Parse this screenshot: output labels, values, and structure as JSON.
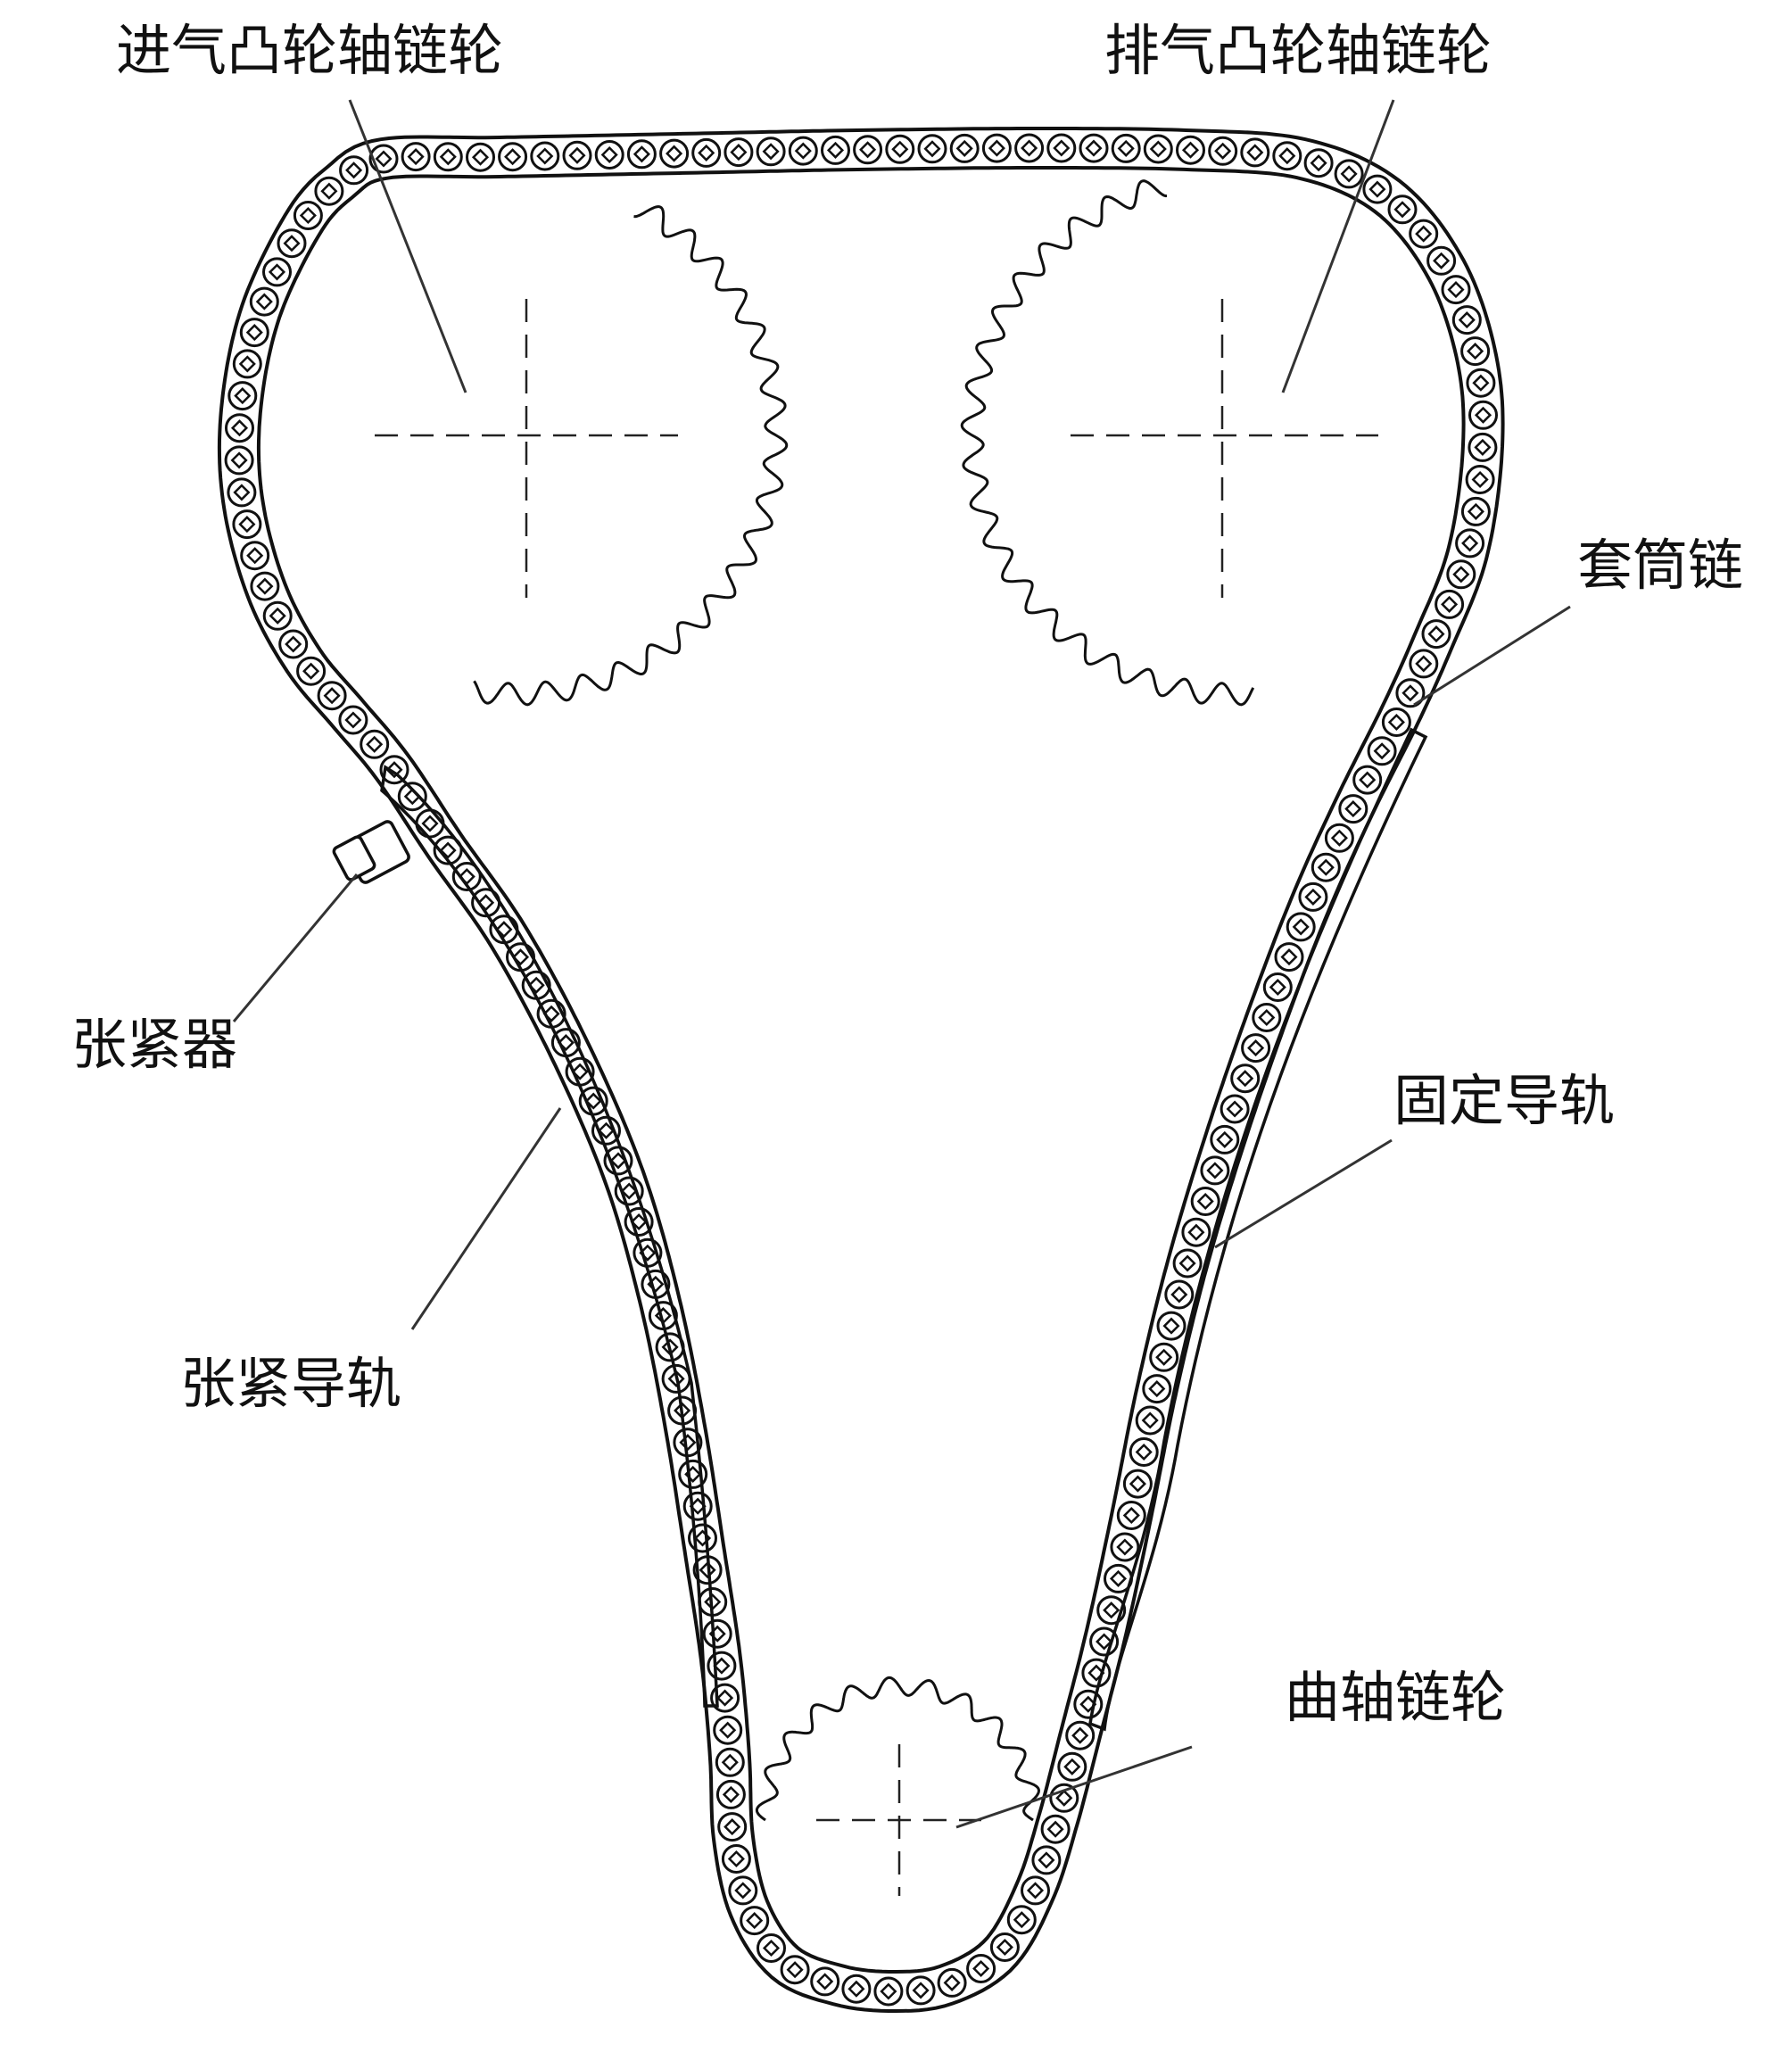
{
  "labels": {
    "intake_sprocket": "进气凸轮轴链轮",
    "exhaust_sprocket": "排气凸轮轴链轮",
    "bushing_chain": "套筒链",
    "tensioner": "张紧器",
    "fixed_guide": "固定导轨",
    "tension_guide": "张紧导轨",
    "crank_sprocket": "曲轴链轮"
  }
}
